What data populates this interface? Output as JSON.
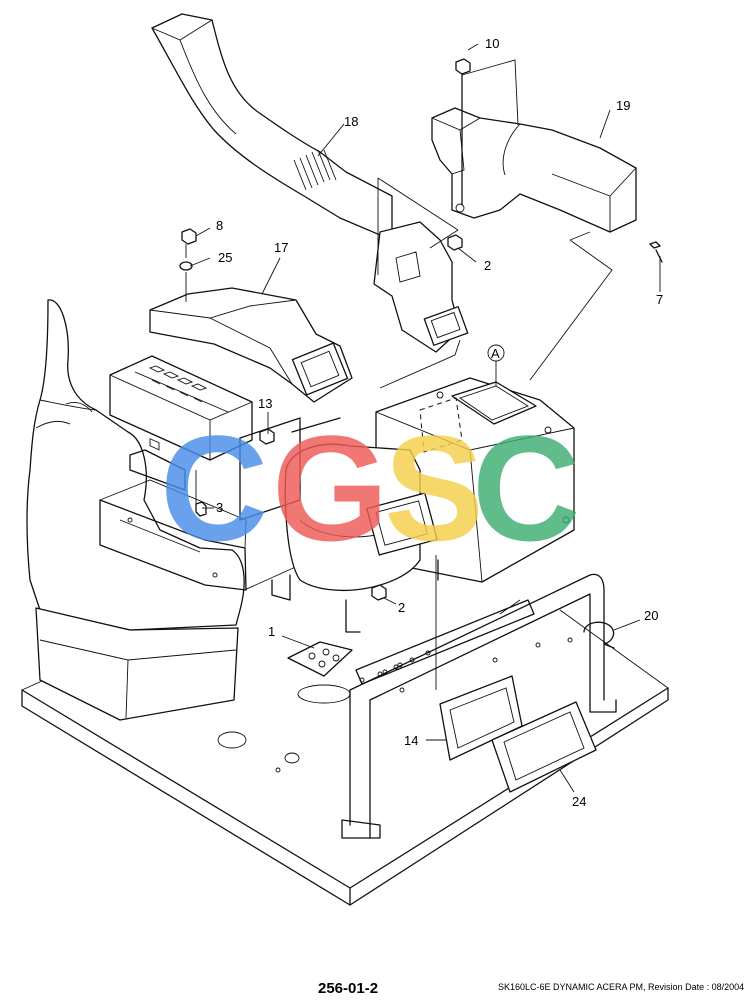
{
  "diagram": {
    "callouts": {
      "c1": "1",
      "c2a": "2",
      "c2b": "2",
      "c3": "3",
      "c7": "7",
      "c8": "8",
      "c10": "10",
      "c13": "13",
      "c14": "14",
      "c17": "17",
      "c18": "18",
      "c19": "19",
      "c20": "20",
      "c24": "24",
      "c25": "25",
      "cA": "A"
    },
    "watermark": {
      "letters": [
        "C",
        "G",
        "S",
        "C"
      ],
      "colors": [
        "#4a8de8",
        "#ee5a57",
        "#f5cf4a",
        "#3fae73"
      ]
    }
  },
  "footer": {
    "page_code": "256-01-2",
    "revision_text": "SK160LC-6E DYNAMIC ACERA PM, Revision Date : 08/2004"
  }
}
